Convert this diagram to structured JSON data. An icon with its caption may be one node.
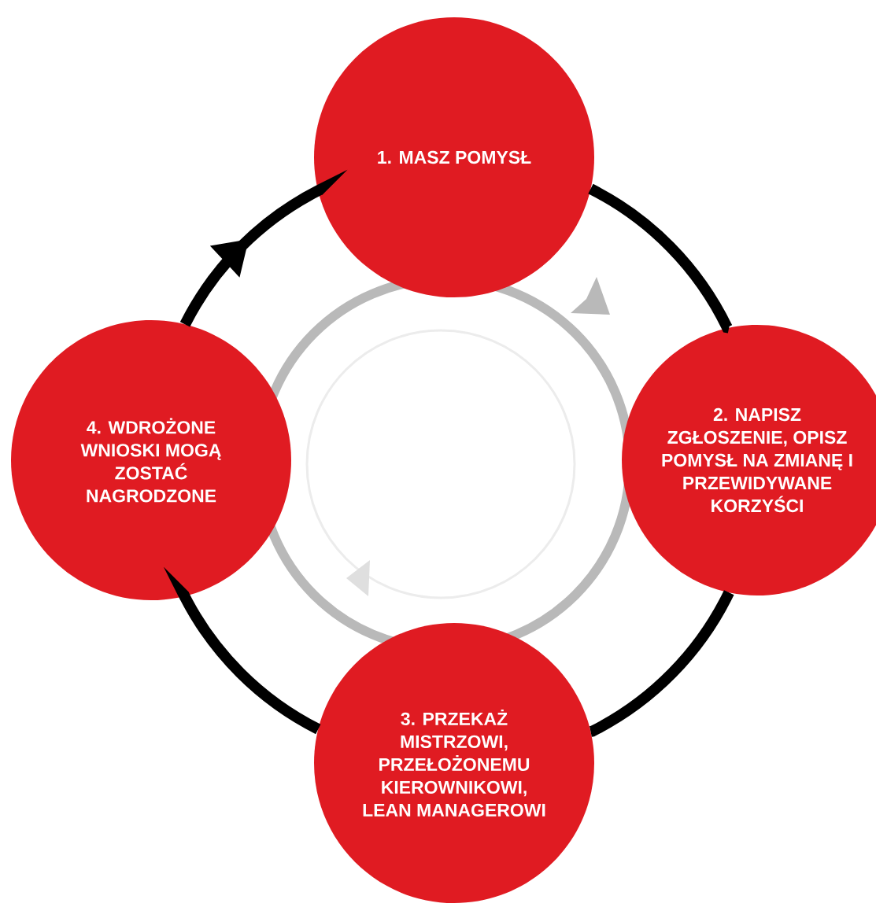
{
  "diagram": {
    "nodes": [
      {
        "text": [
          "1. MASZ POMYSŁ"
        ]
      },
      {
        "text": [
          "2. NAPISZ ZGŁOSZENIE, OPISZ POMYSŁ NA ZMIANĘ I PRZEWIDYWANE KORZYŚCI"
        ]
      },
      {
        "text": [
          "3. PRZEKAŻ MISTRZOWI, PRZEŁOŻONEMU KIEROWNIKOWI, LEAN MANAGEROWI"
        ]
      },
      {
        "text": [
          "4. WDROŻONE WNIOSKI MOGĄ ZOSTAĆ NAGRODZONE"
        ]
      }
    ],
    "edges": [
      {
        "from": 0,
        "to": 1,
        "arrow": "none"
      },
      {
        "from": 1,
        "to": 2,
        "arrow": "none"
      },
      {
        "from": 2,
        "to": 3,
        "arrow": "none"
      },
      {
        "from": 3,
        "to": 0,
        "arrow": "to"
      }
    ]
  }
}
